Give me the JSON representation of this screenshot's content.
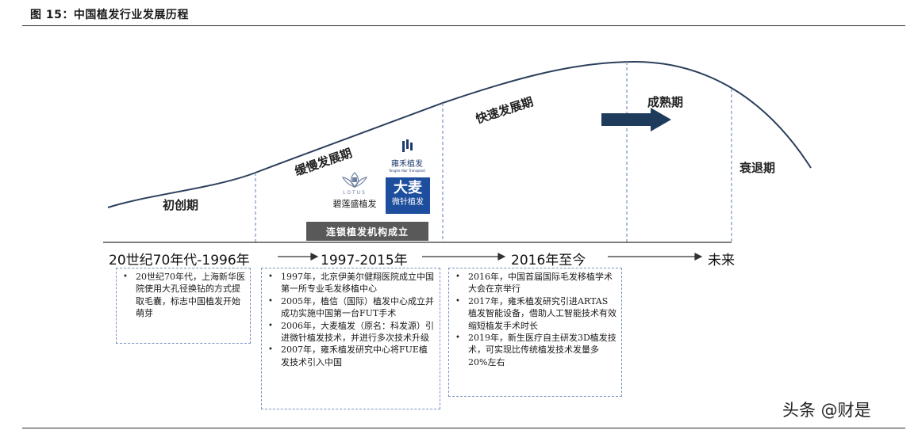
{
  "figure_title": "图 15：中国植发行业发展历程",
  "phases": {
    "initial": "初创期",
    "slow": "缓慢发展期",
    "fast": "快速发展期",
    "mature": "成熟期",
    "decline": "衰退期"
  },
  "chain_label": "连锁植发机构成立",
  "timeline": [
    "20世纪70年代-1996年",
    "1997-2015年",
    "2016年至今",
    "未来"
  ],
  "logos": {
    "lotus_name": "碧莲盛植发",
    "lotus_sub": "LOTUS",
    "yonghe_name": "雍禾植发",
    "yonghe_sub": "Yonghe Hair Transplant",
    "damai_name": "大麦",
    "damai_sub": "微针植发"
  },
  "notes": {
    "era1": [
      "20世纪70年代，上海新华医院使用大孔径换钻的方式提取毛囊，标志中国植发开始萌芽"
    ],
    "era2": [
      "1997年，北京伊美尔健翔医院成立中国第一所专业毛发移植中心",
      "2005年，植信（国际）植发中心成立并成功实施中国第一台FUT手术",
      "2006年，大麦植发（原名：科发源）引进微针植发技术，并进行多次技术升级",
      "2007年，雍禾植发研究中心将FUE植发技术引入中国"
    ],
    "era3": [
      "2016年，中国首届国际毛发移植学术大会在京举行",
      "2017年，雍禾植发研究引进ARTAS植发智能设备，借助人工智能技术有效缩短植发手术时长",
      "2019年，新生医疗自主研发3D植发技术，可实现比传统植发技术发量多20%左右"
    ]
  },
  "watermark": "头条 @财是",
  "colors": {
    "arrow": "#1f3b5c",
    "dashed": "#7a94c4",
    "curve": "#2b3f5c",
    "chain_bg": "#595959"
  }
}
